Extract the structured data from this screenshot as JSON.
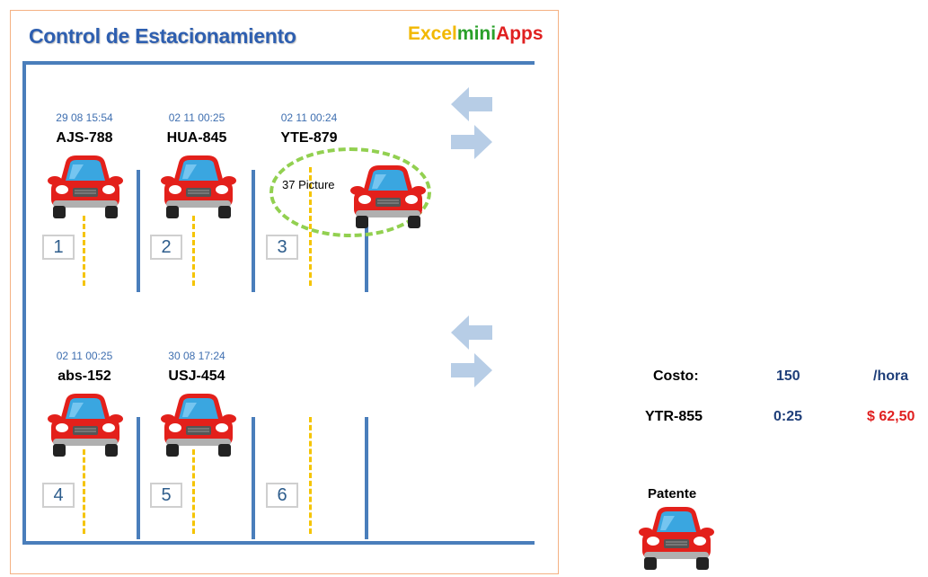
{
  "header": {
    "title": "Control de Estacionamiento",
    "brand_part1": "Excel",
    "brand_part2": "mini",
    "brand_part3": "Apps"
  },
  "spots": [
    {
      "number": "1",
      "time": "29 08 15:54",
      "plate": "AJS-788"
    },
    {
      "number": "2",
      "time": "02 11 00:25",
      "plate": "HUA-845"
    },
    {
      "number": "3",
      "time": "02 11 00:24",
      "plate": "YTE-879"
    },
    {
      "number": "4",
      "time": "02 11 00:25",
      "plate": "abs-152"
    },
    {
      "number": "5",
      "time": "30 08 17:24",
      "plate": "USJ-454"
    },
    {
      "number": "6",
      "time": "",
      "plate": ""
    }
  ],
  "selection": {
    "label": "37 Picture"
  },
  "info": {
    "cost_label": "Costo:",
    "cost_value": "150",
    "cost_unit": "/hora",
    "plate": "YTR-855",
    "duration": "0:25",
    "amount": "$ 62,50"
  },
  "patente_label": "Patente",
  "colors": {
    "wall": "#4a7ebb",
    "lane": "#f5c400",
    "title": "#2e5fb0",
    "amount": "#e02020",
    "car": "#e3201b"
  }
}
